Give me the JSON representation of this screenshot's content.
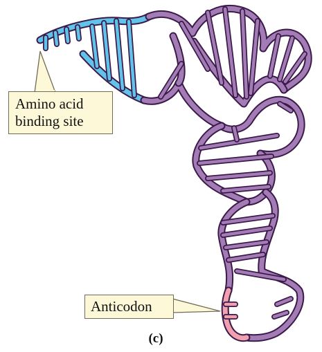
{
  "labels": {
    "amino_line1": "Amino acid",
    "amino_line2": "binding site",
    "anticodon": "Anticodon",
    "panel": "(c)"
  },
  "colors": {
    "backbone": "#a37cb5",
    "outline": "#3b1a4a",
    "acceptor_stem": "#62c3ea",
    "anticodon_loop": "#f0a0ae",
    "callout_fill": "#fdf8d8"
  }
}
